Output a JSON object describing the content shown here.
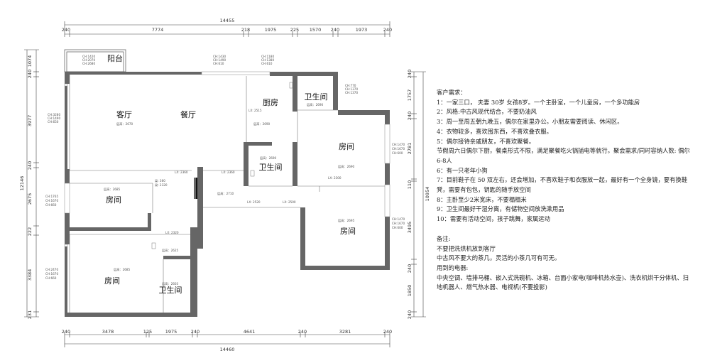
{
  "dims": {
    "top_total": "14455",
    "top": [
      "240",
      "7774",
      "218",
      "1975",
      "225",
      "1570",
      "240",
      "1973",
      "240"
    ],
    "bottom": [
      "240",
      "3478",
      "125",
      "1975",
      "240",
      "4641",
      "240",
      "3281",
      "240"
    ],
    "bottom_total": "14460",
    "left": [
      "1074",
      "240",
      "3977",
      "240",
      "2675",
      "222",
      "3384",
      "231"
    ],
    "left_total": "12146",
    "right": [
      "240",
      "1757",
      "240",
      "2781",
      "110",
      "3495",
      "240",
      "1850",
      "240"
    ],
    "right_total": "10954"
  },
  "rooms": {
    "balcony": "阳台",
    "living": "客厅",
    "dining": "餐厅",
    "kitchen": "厨房",
    "bath1": "卫生间",
    "bedroom_ne": "房间",
    "bath2": "卫生间",
    "bedroom_w": "房间",
    "bedroom_se": "房间",
    "bedroom_sw": "房间",
    "bath3": "卫生间"
  },
  "small_labels": {
    "a": [
      "CH:1420",
      "CH:2070",
      "CH:2680"
    ],
    "b": [
      "CH:1430",
      "CH:1490",
      "CH:610"
    ],
    "c": [
      "CH:1180",
      "CH:1380",
      "CH:610"
    ],
    "d": [
      "CH:770",
      "CH:1370",
      "CH:1370"
    ],
    "e": [
      "CH:3280",
      "CH:1490",
      "CH:650"
    ],
    "f": [
      "CH:1470",
      "CH:1670",
      "CH:600"
    ],
    "g": [
      "CH:1765",
      "CH:1670",
      "CH:660"
    ],
    "h": [
      "CH:1470",
      "CH:1670",
      "CH:600"
    ],
    "i": [
      "CH:2470",
      "CH:1670",
      "CH:660"
    ],
    "h1": "层高：2670",
    "h2": "层高：2690",
    "h3": "层高：2690",
    "h4": "层高：2690",
    "h5": "层高：2690",
    "h6": "层高：2685",
    "h7": "层高：2710",
    "h8": "层高：2695",
    "h9": "层高：2685",
    "h10": "层高：2625",
    "h11": "层高：2603",
    "l1": "LX: 2515",
    "l2": "LX: 2360",
    "l3": "LX: 2300",
    "l4": "LX: 2360",
    "l5": "LX: 2500",
    "l6": "LX: 2520",
    "l7": "LX: 2320",
    "l8": "梁: 360",
    "l9": "梁: 2320"
  },
  "notes": {
    "title": "客户需求：",
    "items": [
      "1：一家三口，  夫妻 30岁 女孩8岁。一个主卧室，一个儿童房，一个多功能房",
      "2：风格:中古风现代结合，不要奶油风",
      "3：周一至周五朝九晚五，偶尔在家里办公。小朋友需要阅读、休闲区。",
      "4：衣物较多，喜欢囤东西，不喜欢叠衣服。",
      "5：偶尔接待亲戚朋友，不喜欢聚餐。",
      "节假周六日偶尔下厨，餐桌形式不限，满足聚餐吃火锅插电等就行。聚会需求/同时容纳人数: 偶尔6-8人",
      "6：有一只老年小狗",
      "7：目前鞋子在 50 双左右，还会增加，不喜欢鞋子和衣服放一起，最好有一个全身镜，要有换鞋凳，需要有包包，钥匙的随手放空间",
      "8：主卧至少2米宽床，不要榻榻米",
      "9：卫生间最好干湿分离，有储物空间放洗漱用品",
      "10：需要有活动空间，孩子跳舞，家属运动"
    ],
    "remarks_title": "备注:",
    "remarks": [
      "不要把洗烘机放到客厅",
      "中古风不要大的茶几，灵活的小茶几可有可无。",
      "用到的电器:",
      "中央空调、墙排马桶、嵌入式洗碗机、冰箱、台面小家电(咖啡机热水壶)、洗衣机烘干分体机、扫地机器人、燃气热水器、电视机(不要投影)"
    ]
  }
}
